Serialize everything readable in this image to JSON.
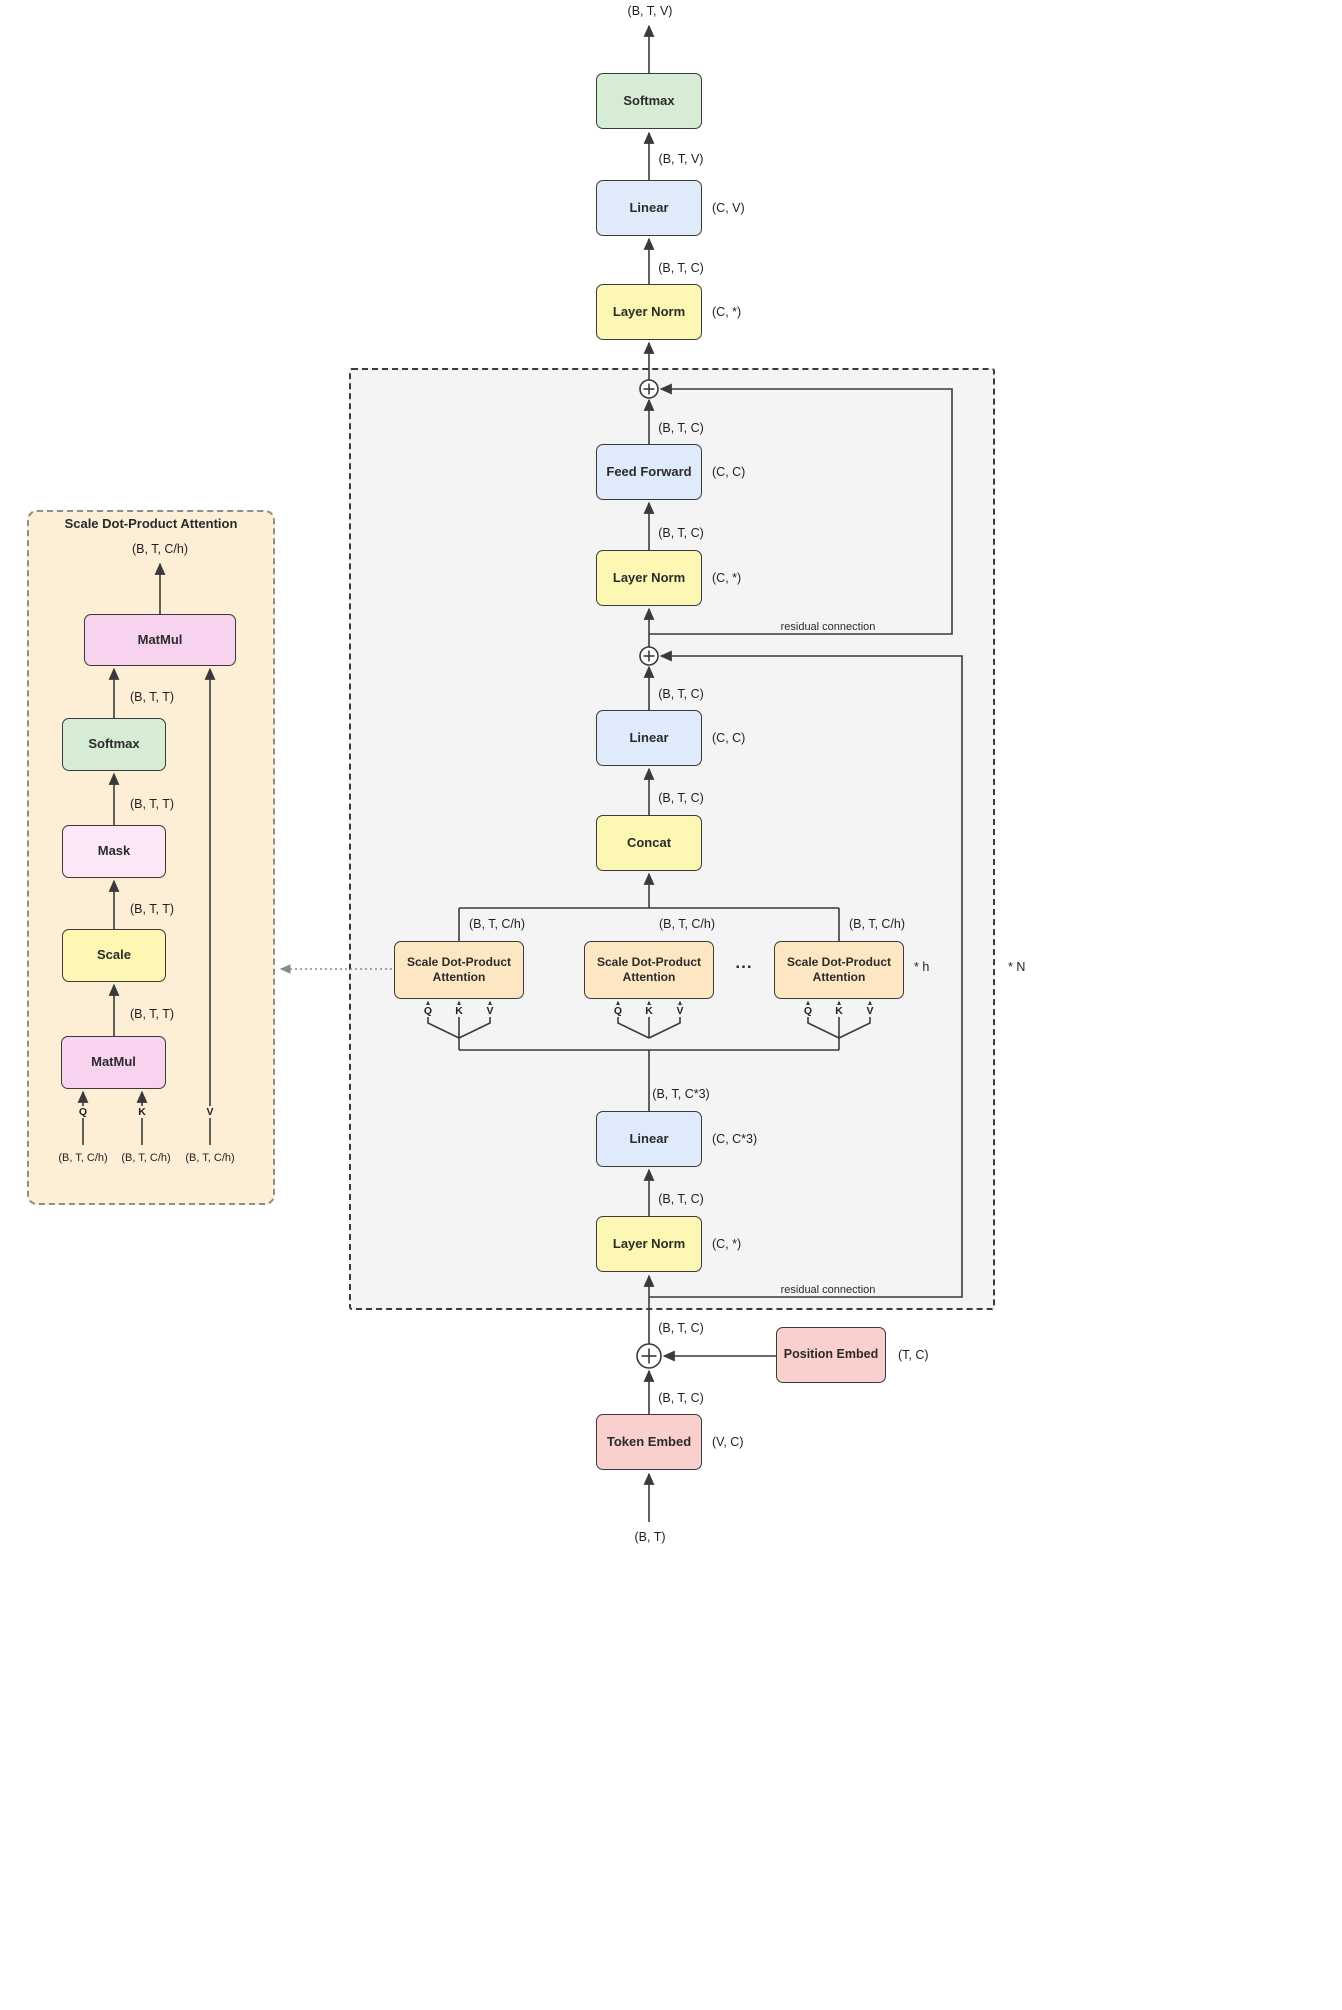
{
  "colors": {
    "softmax_green": "#d7ecd4",
    "linear_blue": "#dfeafb",
    "norm_yellow": "#fcf7b3",
    "matmul_pink": "#f8d3f0",
    "mask_light_pink": "#fae8f7",
    "attention_tan": "#fce7c2",
    "embed_salmon": "#f9d0cd",
    "block_background": "#f4f4f5",
    "detail_background": "#fdeed6"
  },
  "blocks": {
    "softmax_out": "Softmax",
    "linear_out": "Linear",
    "layer_norm_out": "Layer Norm",
    "feed_forward": "Feed Forward",
    "layer_norm_ff": "Layer Norm",
    "linear_proj": "Linear",
    "concat": "Concat",
    "attn_head": "Scale Dot-Product Attention",
    "linear_qkv": "Linear",
    "layer_norm_attn": "Layer Norm",
    "position_embed": "Position Embed",
    "token_embed": "Token Embed"
  },
  "detail": {
    "title": "Scale Dot-Product Attention",
    "matmul_out": "MatMul",
    "softmax": "Softmax",
    "mask": "Mask",
    "scale": "Scale",
    "matmul_qk": "MatMul"
  },
  "shapes": {
    "btv": "(B, T, V)",
    "btc": "(B, T, C)",
    "btc3": "(B, T, C*3)",
    "btch": "(B, T, C/h)",
    "btt": "(B, T, T)",
    "bt": "(B, T)"
  },
  "params": {
    "cv": "(C, V)",
    "c_any": "(C, *)",
    "cc": "(C, C)",
    "cc3": "(C, C*3)",
    "tc": "(T, C)",
    "vc": "(V, C)"
  },
  "annotations": {
    "residual": "residual connection",
    "heads_mult": "* h",
    "layers_mult": "* N",
    "ellipsis": "...",
    "q": "Q",
    "k": "K",
    "v": "V"
  }
}
